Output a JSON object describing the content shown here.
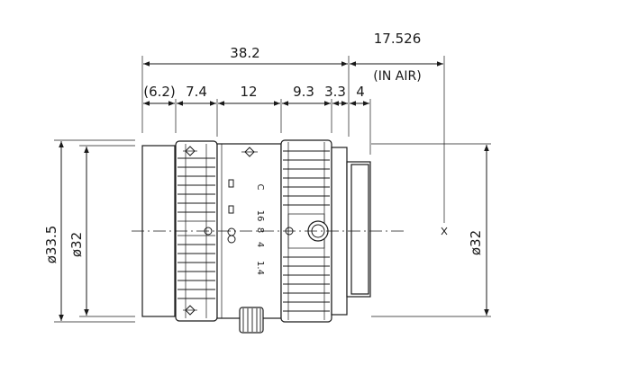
{
  "dimensions": {
    "top_total": "38.2",
    "flange_distance": "17.526",
    "flange_note": "(IN AIR)",
    "seg_1": "(6.2)",
    "seg_2": "7.4",
    "seg_3": "12",
    "seg_4": "9.3",
    "seg_5": "3.3",
    "seg_6": "4",
    "dia_outer": "ø33.5",
    "dia_left": "ø32",
    "dia_right": "ø32"
  },
  "lens_markings": {
    "focus_label": "C",
    "aperture_scale": [
      "16",
      "8",
      "4",
      "1.4"
    ]
  },
  "icons": {
    "focus_index": "diamond-index-icon",
    "infinity": "infinity-icon",
    "lock_screw": "lock-screw-icon"
  }
}
